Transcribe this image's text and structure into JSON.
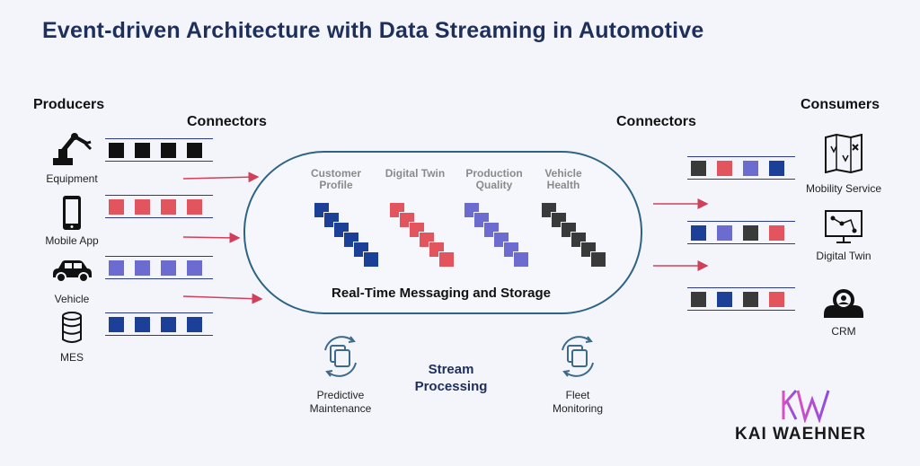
{
  "title": "Event-driven Architecture with Data Streaming in Automotive",
  "colors": {
    "black": "#111111",
    "red": "#e2545e",
    "purple": "#6c6bd0",
    "navy": "#1c3f97",
    "dark": "#3a3a3a",
    "arrow": "#d0405a",
    "pill_border": "#2d6384"
  },
  "producers": {
    "heading": "Producers",
    "connectors_heading": "Connectors",
    "items": [
      {
        "label": "Equipment",
        "icon": "robot-arm-icon",
        "queue": [
          "black",
          "black",
          "black",
          "black"
        ]
      },
      {
        "label": "Mobile App",
        "icon": "smartphone-icon",
        "queue": [
          "red",
          "red",
          "red",
          "red"
        ]
      },
      {
        "label": "Vehicle",
        "icon": "car-icon",
        "queue": [
          "purple",
          "purple",
          "purple",
          "purple"
        ]
      },
      {
        "label": "MES",
        "icon": "database-icon",
        "queue": [
          "navy",
          "navy",
          "navy",
          "navy"
        ]
      }
    ]
  },
  "platform": {
    "label": "Real-Time Messaging and Storage",
    "topics": [
      {
        "label": "Customer Profile",
        "color": "navy"
      },
      {
        "label": "Digital Twin",
        "color": "red"
      },
      {
        "label": "Production Quality",
        "color": "purple"
      },
      {
        "label": "Vehicle Health",
        "color": "dark"
      }
    ]
  },
  "consumers": {
    "heading": "Consumers",
    "connectors_heading": "Connectors",
    "items": [
      {
        "label": "Mobility Service",
        "icon": "map-icon",
        "queue": [
          "dark",
          "red",
          "purple",
          "navy"
        ]
      },
      {
        "label": "Digital Twin",
        "icon": "monitor-graph-icon",
        "queue": [
          "navy",
          "purple",
          "dark",
          "red"
        ]
      },
      {
        "label": "CRM",
        "icon": "customer-search-icon",
        "queue": [
          "dark",
          "navy",
          "dark",
          "red"
        ]
      }
    ]
  },
  "stream_processing": {
    "label_line1": "Stream",
    "label_line2": "Processing",
    "apps": [
      {
        "line1": "Predictive",
        "line2": "Maintenance",
        "icon": "cycle-copy-icon"
      },
      {
        "line1": "Fleet",
        "line2": "Monitoring",
        "icon": "cycle-copy-icon"
      }
    ]
  },
  "brand": {
    "monogram": "KW",
    "name": "KAI WAEHNER"
  }
}
